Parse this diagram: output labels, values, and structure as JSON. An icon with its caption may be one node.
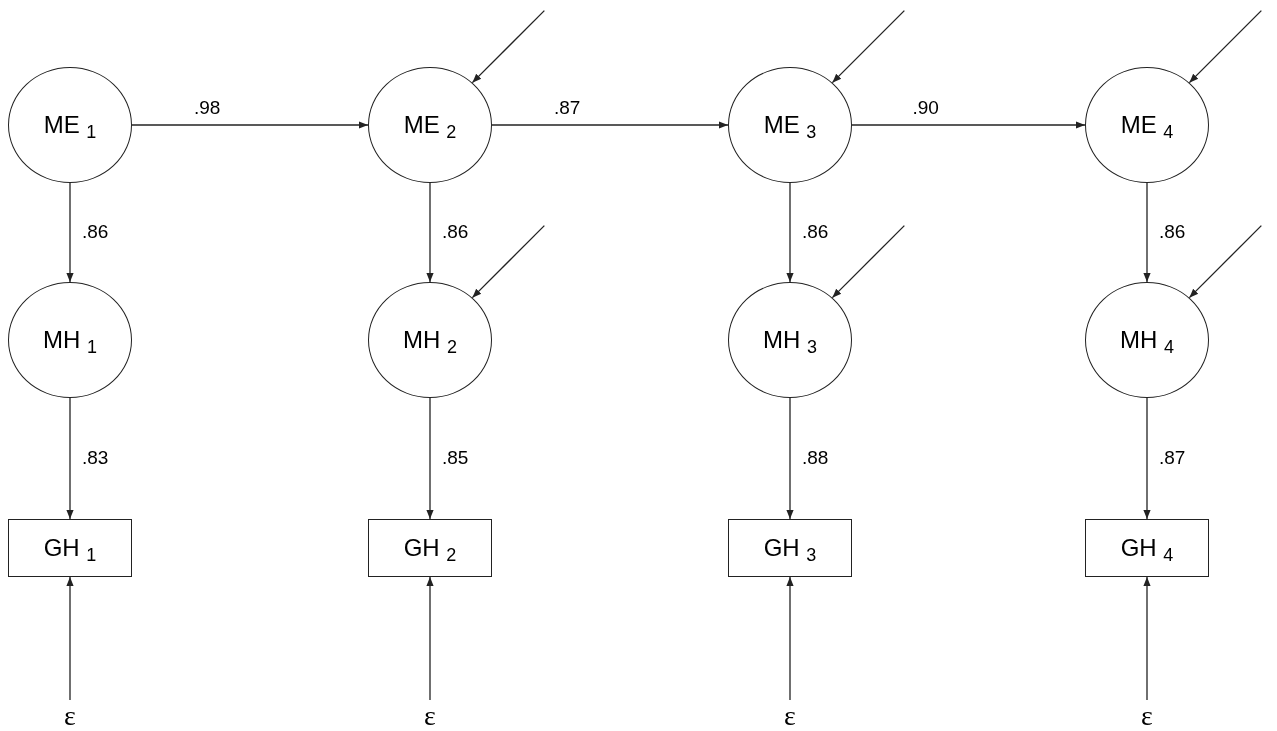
{
  "diagram": {
    "nodes": [
      {
        "text": [
          "ME $_{1}$"
        ]
      },
      {
        "text": [
          "ME $_{2}$"
        ]
      },
      {
        "text": [
          "ME $_{3}$"
        ]
      },
      {
        "text": [
          "ME $_{4}$"
        ]
      },
      {
        "text": [
          "MH $_{1}$"
        ]
      },
      {
        "text": [
          "MH $_{2}$"
        ]
      },
      {
        "text": [
          "MH $_{3}$"
        ]
      },
      {
        "text": [
          "MH $_{4}$"
        ]
      },
      {
        "text": [
          "GH $_{1}$"
        ]
      },
      {
        "text": [
          "GH $_{2}$"
        ]
      },
      {
        "text": [
          "GH $_{3}$"
        ]
      },
      {
        "text": [
          "GH $_{4}$"
        ]
      },
      {
        "text": [
          "ε"
        ]
      },
      {
        "text": [
          "ε"
        ]
      },
      {
        "text": [
          "ε"
        ]
      },
      {
        "text": [
          "ε"
        ]
      }
    ],
    "edges": [
      {
        "from": 0,
        "to": 1,
        "arrow": "to",
        "label": ".98"
      },
      {
        "from": 1,
        "to": 2,
        "arrow": "to",
        "label": ".87"
      },
      {
        "from": 2,
        "to": 3,
        "arrow": "to",
        "label": ".90"
      },
      {
        "from": 0,
        "to": 4,
        "arrow": "to",
        "label": ".86"
      },
      {
        "from": 1,
        "to": 5,
        "arrow": "to",
        "label": ".86"
      },
      {
        "from": 2,
        "to": 6,
        "arrow": "to",
        "label": ".86"
      },
      {
        "from": 3,
        "to": 7,
        "arrow": "to",
        "label": ".86"
      },
      {
        "from": 4,
        "to": 8,
        "arrow": "to",
        "label": ".83"
      },
      {
        "from": 5,
        "to": 9,
        "arrow": "to",
        "label": ".85"
      },
      {
        "from": 6,
        "to": 10,
        "arrow": "to",
        "label": ".88"
      },
      {
        "from": 7,
        "to": 11,
        "arrow": "to",
        "label": ".87"
      },
      {
        "from": 12,
        "to": 8,
        "arrow": "to"
      },
      {
        "from": 13,
        "to": 9,
        "arrow": "to"
      },
      {
        "from": 14,
        "to": 10,
        "arrow": "to"
      },
      {
        "from": 15,
        "to": 11,
        "arrow": "to"
      },
      {
        "from": null,
        "to": 1,
        "arrow": "to"
      },
      {
        "from": null,
        "to": 2,
        "arrow": "to"
      },
      {
        "from": null,
        "to": 3,
        "arrow": "to"
      },
      {
        "from": null,
        "to": 5,
        "arrow": "to"
      },
      {
        "from": null,
        "to": 6,
        "arrow": "to"
      },
      {
        "from": null,
        "to": 7,
        "arrow": "to"
      }
    ]
  }
}
